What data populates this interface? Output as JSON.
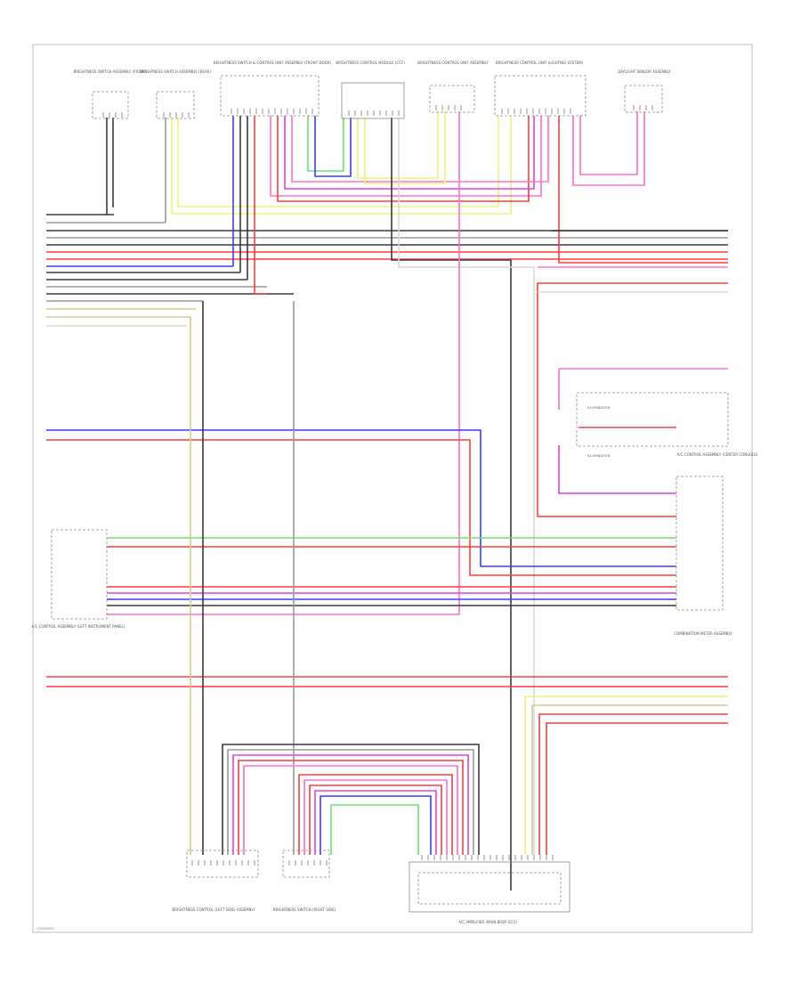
{
  "diagram": {
    "page_id": "C00000000",
    "line_colors": {
      "black": "#3a3a3a",
      "gray": "#9a9a9a",
      "red": "#ff3b3b",
      "pink": "#ff70c8",
      "blue": "#3a3aff",
      "green": "#6ee06e",
      "yellow": "#f2f27a",
      "white": "#d8d8d8",
      "violet": "#e040e0",
      "tan": "#d8c890"
    },
    "top_components": [
      {
        "text": "BRIGHTNESS SWITCH ASSEMBLY (FRONT)"
      },
      {
        "text": "BRIGHTNESS SWITCH ASSEMBLY (REAR)"
      },
      {
        "text": "BRIGHTNESS SWITCH & CONTROL UNIT ASSEMBLY (FRONT DOOR)"
      },
      {
        "text": "BRIGHTNESS CONTROL MODULE (CCF)"
      },
      {
        "text": "BRIGHTNESS CONTROL UNIT ASSEMBLY"
      },
      {
        "text": "BRIGHTNESS CONTROL UNIT (LIGHTING SYSTEM)"
      },
      {
        "text": "DAYLIGHT SENSOR ASSEMBLY"
      }
    ],
    "right_components": [
      {
        "text": "A/C CONTROL ASSEMBLY (CENTER CONSOLE)"
      },
      {
        "text": "COMBINATION METER ASSEMBLY"
      }
    ],
    "left_components": [
      {
        "text": "A/C CONTROL ASSEMBLY (LEFT INSTRUMENT PANEL)"
      }
    ],
    "bottom_components": [
      {
        "text": "BRIGHTNESS CONTROL (LEFT SIDE) ASSEMBLY"
      },
      {
        "text": "BRIGHTNESS SWITCH (RIGHT SIDE)"
      },
      {
        "text": "A/C AMPLIFIER (MAIN BODY ECU)"
      }
    ],
    "inline_labels": [
      {
        "text": "ILLUMINATION"
      },
      {
        "text": "ILLUMINATION"
      }
    ]
  }
}
